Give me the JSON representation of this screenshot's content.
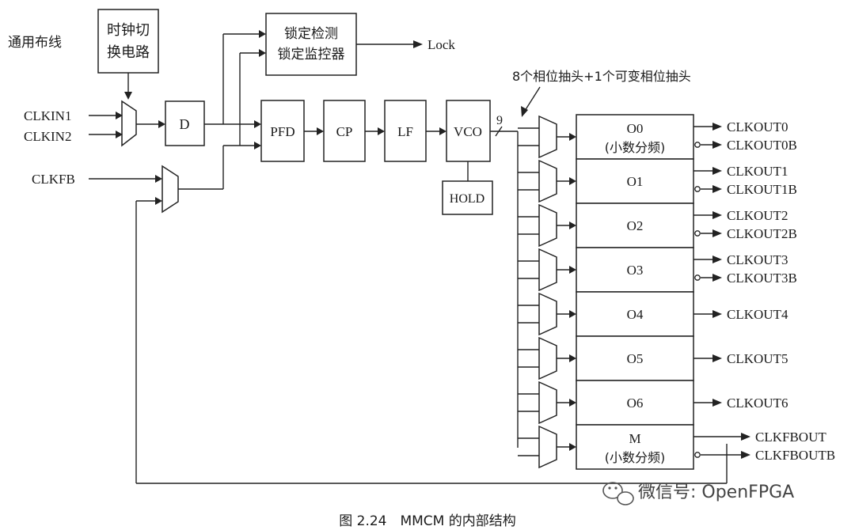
{
  "routing_label": "通用布线",
  "switch_block": {
    "line1": "时钟切",
    "line2": "换电路"
  },
  "lock_block": {
    "line1": "锁定检测",
    "line2": "锁定监控器"
  },
  "lock_output": "Lock",
  "inputs": {
    "clkin1": "CLKIN1",
    "clkin2": "CLKIN2",
    "clkfb": "CLKFB"
  },
  "blocks": {
    "d": "D",
    "pfd": "PFD",
    "cp": "CP",
    "lf": "LF",
    "vco": "VCO",
    "hold": "HOLD"
  },
  "taps_label": "8个相位抽头+1个可变相位抽头",
  "bus_width": "9",
  "counters": [
    {
      "name": "O0",
      "sub": "(小数分频)",
      "outputs": [
        "CLKOUT0",
        "CLKOUT0B"
      ]
    },
    {
      "name": "O1",
      "sub": "",
      "outputs": [
        "CLKOUT1",
        "CLKOUT1B"
      ]
    },
    {
      "name": "O2",
      "sub": "",
      "outputs": [
        "CLKOUT2",
        "CLKOUT2B"
      ]
    },
    {
      "name": "O3",
      "sub": "",
      "outputs": [
        "CLKOUT3",
        "CLKOUT3B"
      ]
    },
    {
      "name": "O4",
      "sub": "",
      "outputs": [
        "CLKOUT4"
      ]
    },
    {
      "name": "O5",
      "sub": "",
      "outputs": [
        "CLKOUT5"
      ]
    },
    {
      "name": "O6",
      "sub": "",
      "outputs": [
        "CLKOUT6"
      ]
    },
    {
      "name": "M",
      "sub": "(小数分频)",
      "outputs": [
        "CLKFBOUT",
        "CLKFBOUTB"
      ]
    }
  ],
  "watermark": "微信号: OpenFPGA",
  "caption": "图 2.24　MMCM 的内部结构"
}
